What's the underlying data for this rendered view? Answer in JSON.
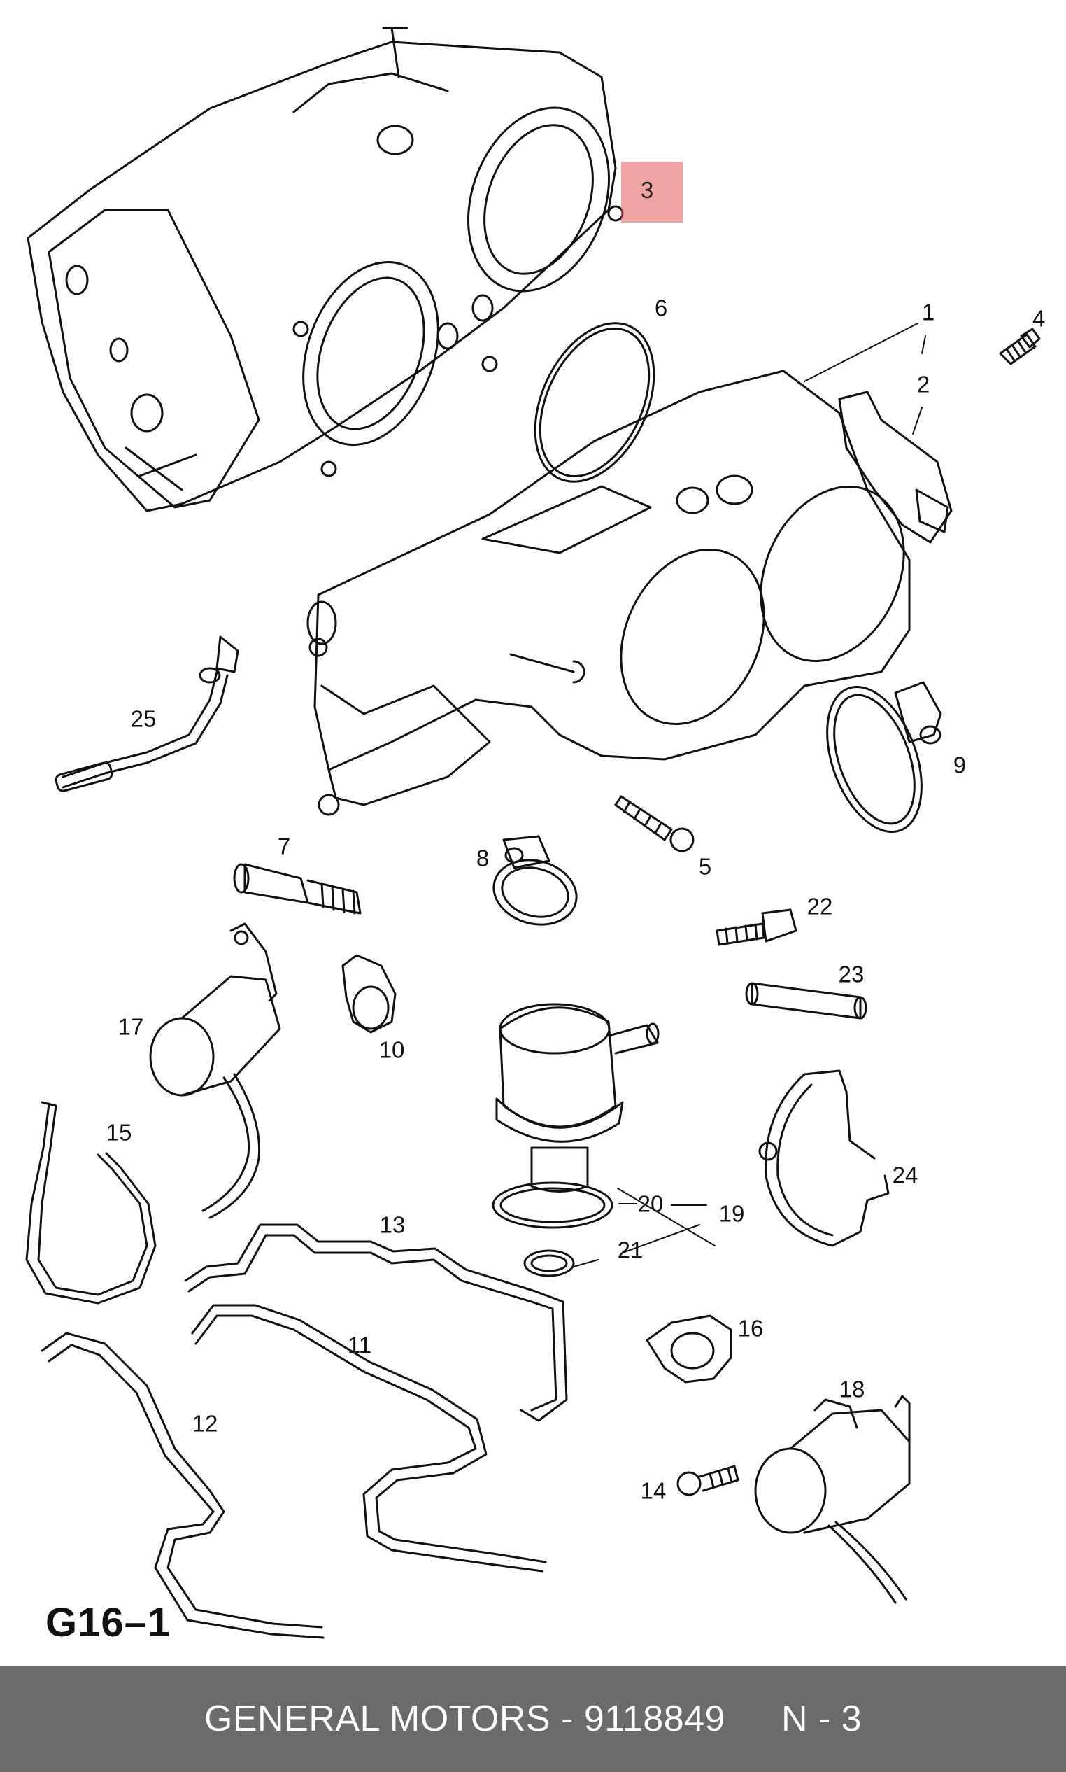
{
  "diagram": {
    "page_code": "G16–1",
    "highlighted_part": "3",
    "part_labels": [
      {
        "id": "p1",
        "text": "1"
      },
      {
        "id": "p2",
        "text": "2"
      },
      {
        "id": "p4",
        "text": "4"
      },
      {
        "id": "p5",
        "text": "5"
      },
      {
        "id": "p6",
        "text": "6"
      },
      {
        "id": "p7",
        "text": "7"
      },
      {
        "id": "p8",
        "text": "8"
      },
      {
        "id": "p9",
        "text": "9"
      },
      {
        "id": "p10",
        "text": "10"
      },
      {
        "id": "p11",
        "text": "11"
      },
      {
        "id": "p12",
        "text": "12"
      },
      {
        "id": "p13",
        "text": "13"
      },
      {
        "id": "p14",
        "text": "14"
      },
      {
        "id": "p15",
        "text": "15"
      },
      {
        "id": "p16",
        "text": "16"
      },
      {
        "id": "p17",
        "text": "17"
      },
      {
        "id": "p18",
        "text": "18"
      },
      {
        "id": "p19",
        "text": "19"
      },
      {
        "id": "p19b",
        "text": "19"
      },
      {
        "id": "p20",
        "text": "20"
      },
      {
        "id": "p21",
        "text": "21"
      },
      {
        "id": "p22",
        "text": "22"
      },
      {
        "id": "p23",
        "text": "23"
      },
      {
        "id": "p24",
        "text": "24"
      },
      {
        "id": "p25",
        "text": "25"
      }
    ]
  },
  "footer": {
    "brand_part": "GENERAL MOTORS - 9118849",
    "item_ref": "N - 3"
  },
  "colors": {
    "highlight": "#e65a5a",
    "footer_background": "#6b6b6b",
    "line_art": "#111111"
  }
}
